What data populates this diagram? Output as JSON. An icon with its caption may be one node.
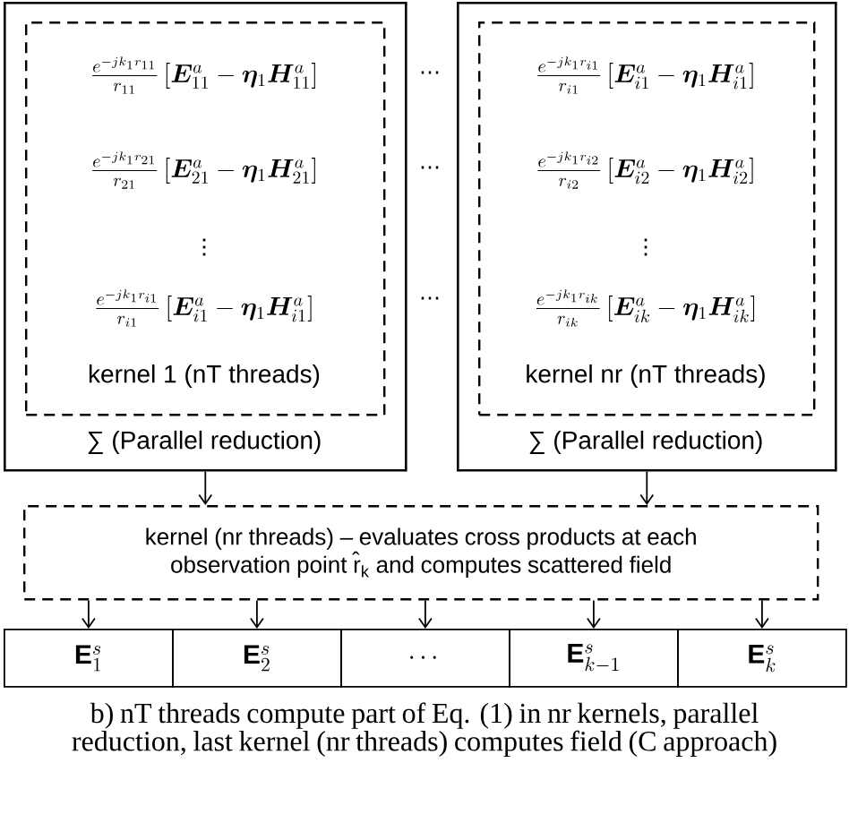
{
  "diagram": {
    "caption": "b) nT threads compute part of Eq. (1) in nr kernels, parallel reduction, last kernel (nr threads) computes field (C approach)",
    "nodes": [
      {
        "text": [
          "∑ (Parallel reduction)"
        ]
      },
      {
        "text": [
          "\\frac{e^{-jk_1 r_{11}}}{r_{11}}\\left[\\boldsymbol{E}^{a}_{11}-\\boldsymbol{\\eta}_{1}\\boldsymbol{H}^{a}_{11}\\right]",
          "\\frac{e^{-jk_1 r_{21}}}{r_{21}}\\left[\\boldsymbol{E}^{a}_{21}-\\boldsymbol{\\eta}_{1}\\boldsymbol{H}^{a}_{21}\\right]",
          "\\vdots",
          "\\frac{e^{-jk_1 r_{i1}}}{r_{i1}}\\left[\\boldsymbol{E}^{a}_{i1}-\\boldsymbol{\\eta}_{1}\\boldsymbol{H}^{a}_{i1}\\right]",
          "kernel 1 (nT threads)"
        ],
        "in": 0
      },
      {
        "text": [
          "∑ (Parallel reduction)"
        ]
      },
      {
        "text": [
          "\\frac{e^{-jk_1 r_{i1}}}{r_{i1}}\\left[\\boldsymbol{E}^{a}_{i1}-\\boldsymbol{\\eta}_{1}\\boldsymbol{H}^{a}_{i1}\\right]",
          "\\frac{e^{-jk_1 r_{i2}}}{r_{i2}}\\left[\\boldsymbol{E}^{a}_{i2}-\\boldsymbol{\\eta}_{1}\\boldsymbol{H}^{a}_{i2}\\right]",
          "\\vdots",
          "\\frac{e^{-jk_1 r_{ik}}}{r_{ik}}\\left[\\boldsymbol{E}^{a}_{ik}-\\boldsymbol{\\eta}_{1}\\boldsymbol{H}^{a}_{ik}\\right]",
          "kernel nr (nT threads)"
        ],
        "in": 2
      },
      {
        "text": [
          "kernel (nr threads) – evaluates cross products at each observation point r̂$_{k}$ and computes scattered field"
        ]
      },
      {
        "text": [
          "\\mathbf{E}^{s}_{1}"
        ]
      },
      {
        "text": [
          "\\mathbf{E}^{s}_{2}"
        ]
      },
      {
        "text": [
          "\\cdots"
        ]
      },
      {
        "text": [
          "\\mathbf{E}^{s}_{k-1}"
        ]
      },
      {
        "text": [
          "\\mathbf{E}^{s}_{k}"
        ]
      }
    ],
    "edges": [
      {
        "from": 0,
        "to": 4,
        "arrow": "to"
      },
      {
        "from": 2,
        "to": 4,
        "arrow": "to"
      },
      {
        "from": 4,
        "to": 5,
        "arrow": "to"
      },
      {
        "from": 4,
        "to": 6,
        "arrow": "to"
      },
      {
        "from": 4,
        "to": 7,
        "arrow": "to"
      },
      {
        "from": 4,
        "to": 8,
        "arrow": "to"
      },
      {
        "from": 4,
        "to": 9,
        "arrow": "to"
      }
    ],
    "labels": [
      "⋯",
      "⋯",
      "⋯"
    ]
  }
}
